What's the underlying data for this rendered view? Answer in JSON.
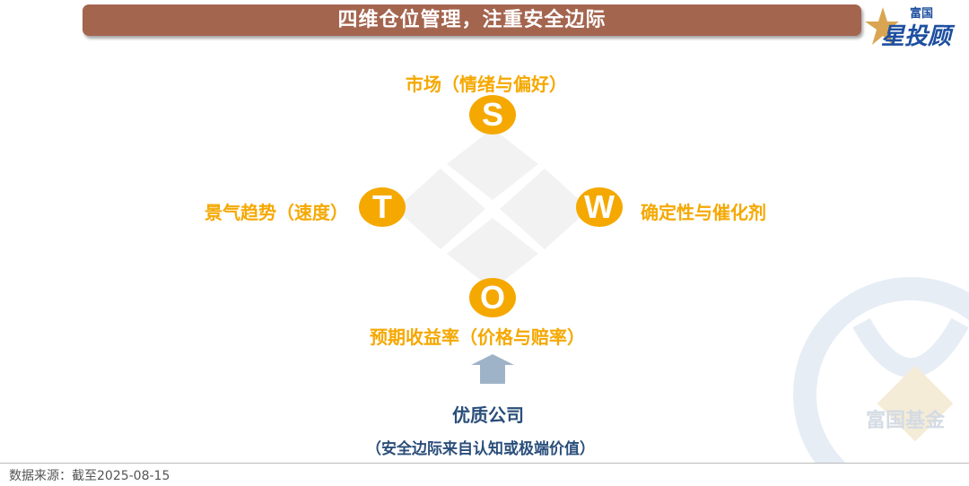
{
  "title": "四维仓位管理，注重安全边际",
  "logo": {
    "top": "富国",
    "main": "星投顾"
  },
  "diagram": {
    "s": {
      "letter": "S",
      "label": "市场（情绪与偏好）"
    },
    "t": {
      "letter": "T",
      "label": "景气趋势（速度）"
    },
    "w": {
      "letter": "W",
      "label": "确定性与催化剂"
    },
    "o": {
      "letter": "O",
      "label": "预期收益率（价格与赔率）"
    }
  },
  "base": {
    "title": "优质公司",
    "subtitle": "（安全边际来自认知或极端价值）"
  },
  "watermark": "富国基金",
  "footer": "数据来源：截至2025-08-15",
  "colors": {
    "accent": "#f5a800",
    "banner": "#a4654f",
    "arrow": "#9fb3c8"
  }
}
